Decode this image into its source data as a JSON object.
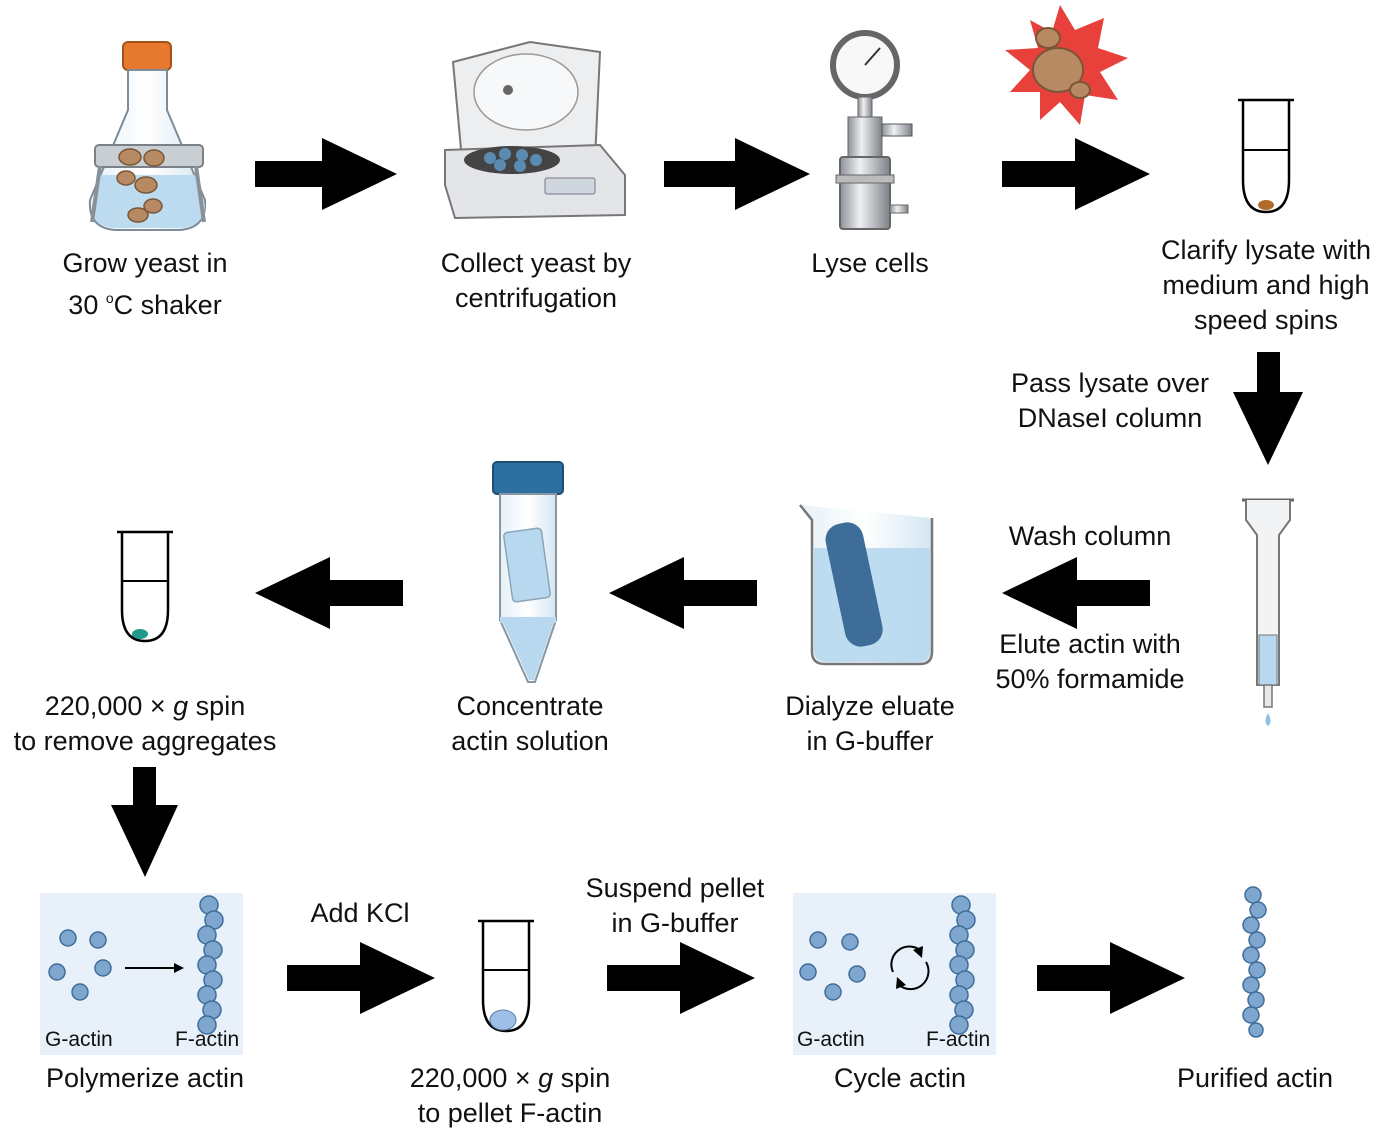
{
  "steps": {
    "grow": {
      "line1": "Grow yeast in",
      "l2a": "30 ",
      "l2sup": "o",
      "l2b": "C shaker"
    },
    "collect": {
      "line1": "Collect yeast by",
      "line2": "centrifugation"
    },
    "lyse": {
      "line1": "Lyse cells"
    },
    "clarify": {
      "line1": "Clarify lysate with",
      "line2": "medium and high",
      "line3": "speed spins"
    },
    "pass": {
      "line1": "Pass lysate over",
      "line2": "DNaseI column"
    },
    "wash": {
      "line1": "Wash column"
    },
    "elute": {
      "line1": "Elute actin with",
      "line2": "50% formamide"
    },
    "dialyze": {
      "line1": "Dialyze eluate",
      "line2": "in G-buffer"
    },
    "concentrate": {
      "line1": "Concentrate",
      "line2": "actin solution"
    },
    "spin1": {
      "pre": "220,000 × ",
      "g": "g",
      "post": " spin",
      "line2": "to remove aggregates"
    },
    "polymerize": {
      "line1": "Polymerize actin",
      "g_actin": "G-actin",
      "f_actin": "F-actin"
    },
    "add_kcl": {
      "line1": "Add KCl"
    },
    "spin2": {
      "pre": "220,000 × ",
      "g": "g",
      "post": " spin",
      "line2": "to pellet F-actin"
    },
    "suspend": {
      "line1": "Suspend pellet",
      "line2": "in G-buffer"
    },
    "cycle": {
      "line1": "Cycle actin",
      "g_actin": "G-actin",
      "f_actin": "F-actin"
    },
    "purified": {
      "line1": "Purified actin"
    }
  },
  "colors": {
    "arrow": "#000000",
    "panel": "#e8f0fa",
    "actin": "#7fa6cf",
    "actin_dark": "#3f6d99",
    "liquid": "#b7d8ee",
    "cap_orange": "#e57a2f",
    "cap_blue": "#2d6f9f",
    "yeast": "#b88a63",
    "burst": "#e8403a",
    "pellet_teal": "#1f9a8a",
    "pellet_brown": "#b06a2c"
  },
  "icons": [
    "flask-icon",
    "centrifuge-icon",
    "pressure-cell-icon",
    "yeast-burst-icon",
    "tube-icon",
    "column-icon",
    "beaker-icon",
    "conical-tube-icon",
    "actin-panel-icon",
    "cycle-arrows-icon",
    "actin-filament-icon"
  ]
}
